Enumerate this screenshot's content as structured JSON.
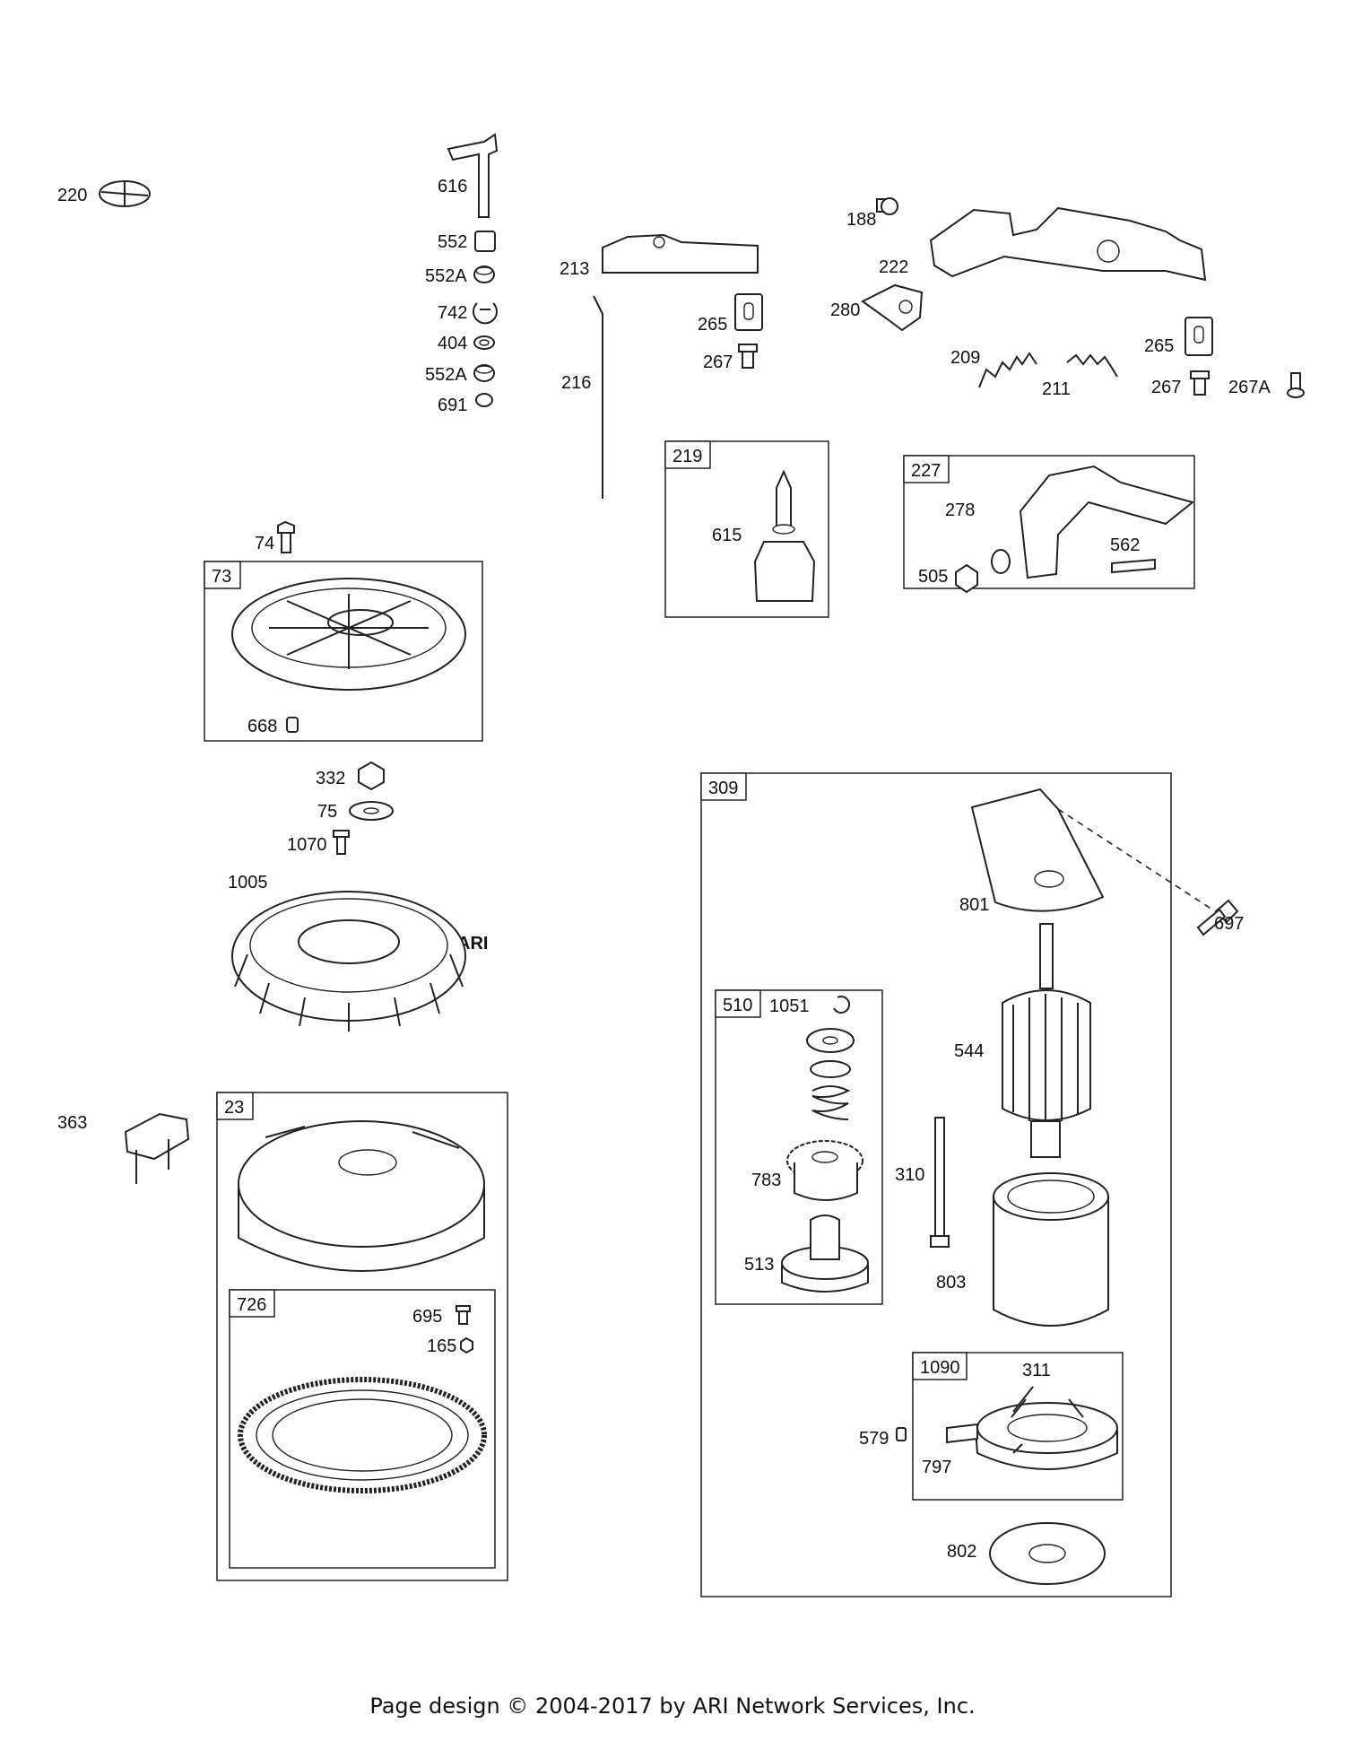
{
  "watermark": "ARI",
  "footer": "Page design © 2004-2017 by ARI Network Services, Inc.",
  "groups": [
    {
      "id": "219",
      "items": [
        "615"
      ]
    },
    {
      "id": "227",
      "items": [
        "278",
        "505",
        "562"
      ]
    },
    {
      "id": "73",
      "items": [
        "668"
      ]
    },
    {
      "id": "23",
      "items": []
    },
    {
      "id": "726",
      "items": [
        "695",
        "165"
      ]
    },
    {
      "id": "309",
      "items": [
        "801",
        "697",
        "544",
        "310",
        "803",
        "802",
        "510",
        "1090"
      ]
    },
    {
      "id": "510",
      "items": [
        "1051",
        "783",
        "513"
      ]
    },
    {
      "id": "1090",
      "items": [
        "311",
        "579",
        "797"
      ]
    }
  ],
  "parts": [
    "220",
    "616",
    "552",
    "552A",
    "742",
    "404",
    "552A",
    "691",
    "213",
    "216",
    "265",
    "267",
    "188",
    "222",
    "280",
    "209",
    "211",
    "265",
    "267",
    "267A",
    "74",
    "332",
    "75",
    "1070",
    "1005",
    "363"
  ]
}
